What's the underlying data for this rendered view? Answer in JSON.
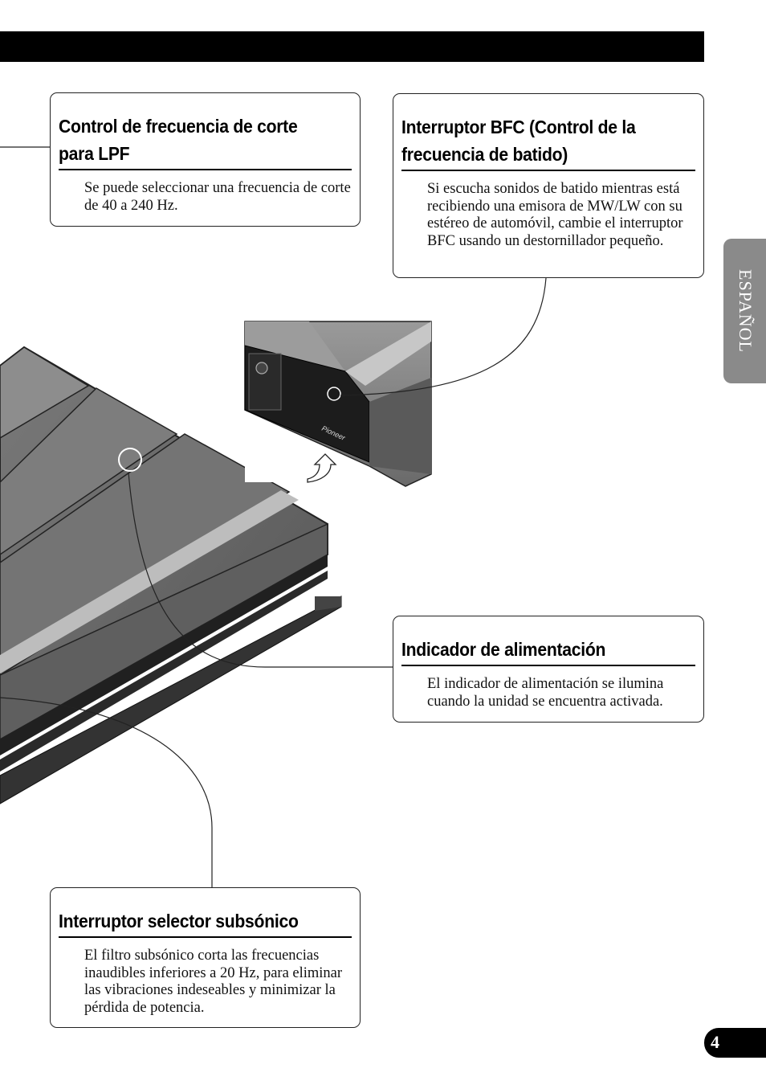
{
  "side_tab": {
    "label": "ESPAÑOL"
  },
  "page_number": "4",
  "callouts": {
    "lpf": {
      "title_line1": "Control de frecuencia de corte",
      "title_line2": "para LPF",
      "body": "Se puede seleccionar una frecuencia de corte de 40 a 240 Hz."
    },
    "bfc": {
      "title_line1": "Interruptor BFC (Control de la",
      "title_line2": "frecuencia de batido)",
      "body": "Si escucha sonidos de batido mientras está recibiendo una emisora de MW/LW con su estéreo de automóvil, cambie el interruptor BFC usando un destornillador pequeño."
    },
    "power": {
      "title": "Indicador de alimentación",
      "body": "El indicador de alimentación se ilumina cuando la unidad se encuentra activada."
    },
    "subsonic": {
      "title": "Interruptor selector subsónico",
      "body": "El filtro subsónico corta las frecuencias inaudibles inferiores a 20 Hz, para eliminar las vibraciones indeseables y minimizar la pérdida de potencia."
    }
  },
  "illustration": {
    "brand_text": "Pioneer"
  },
  "colors": {
    "tab_gray": "#8a8a8a",
    "bar_black": "#000000"
  }
}
